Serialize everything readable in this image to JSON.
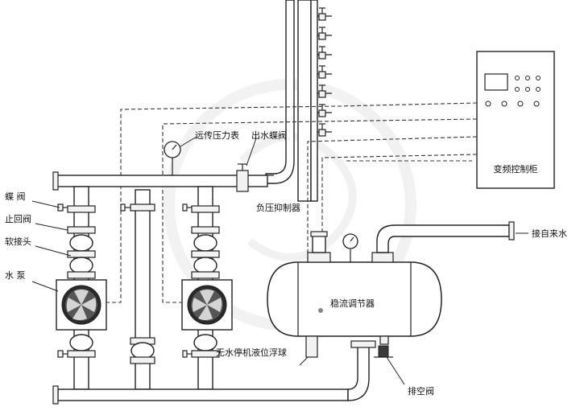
{
  "labels": {
    "butterfly_valve": "蝶  阀",
    "check_valve": "止回阀",
    "soft_joint": "软接头",
    "water_pump": "水  泵",
    "remote_gauge": "远传压力表",
    "outlet_valve": "出水蝶阀",
    "negative_pressure": "负压抑制器",
    "tap_water": "接自来水",
    "stabilizer": "稳流调节器",
    "float_switch": "无水停机液位浮球",
    "vent_valve": "排空阀",
    "control_cabinet": "变频控制柜"
  },
  "colors": {
    "line": "#222222",
    "screen": "#ffffff",
    "watermark": "#d9d9d9"
  }
}
